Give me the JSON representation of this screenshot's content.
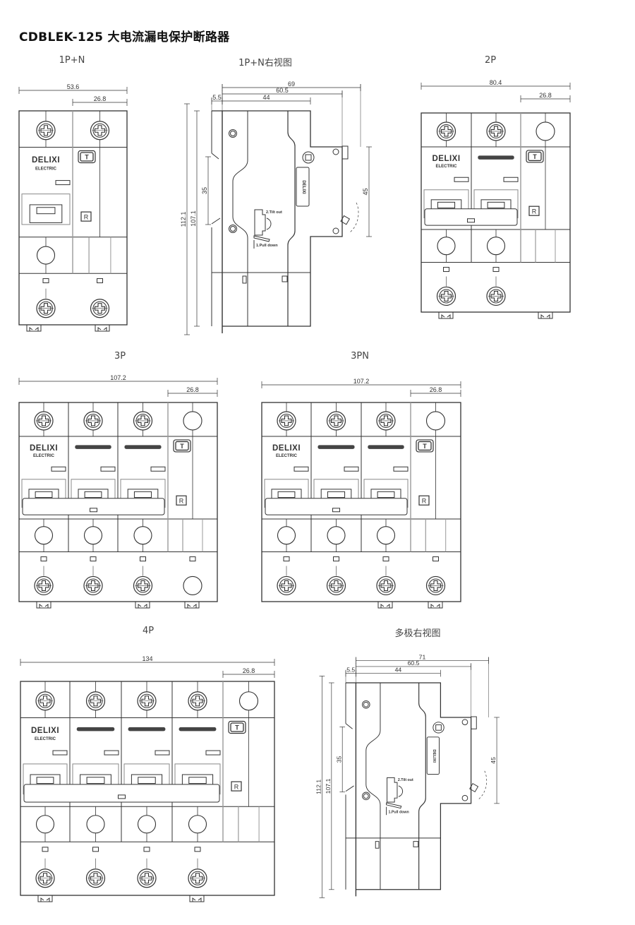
{
  "title": "CDBLEK-125 大电流漏电保护断路器",
  "logo": {
    "brand": "DELIXI",
    "sub": "ELECTRIC"
  },
  "buttons": {
    "test": "T",
    "reset": "R"
  },
  "side_text": {
    "tilt": "2.Tilt out",
    "pull": "1.Pull down"
  },
  "views": [
    {
      "id": "1pn",
      "label": "1P+N",
      "total_dim": "53.6",
      "module_dim": "26.8"
    },
    {
      "id": "side1",
      "label": "1P+N右视图",
      "dims": {
        "d69": "69",
        "d605": "60.5",
        "d44": "44",
        "d55": "5.5",
        "d1121": "112.1",
        "d1071": "107.1",
        "d35": "35",
        "d45": "45"
      }
    },
    {
      "id": "2p",
      "label": "2P",
      "total_dim": "80.4",
      "module_dim": "26.8"
    },
    {
      "id": "3p",
      "label": "3P",
      "total_dim": "107.2",
      "module_dim": "26.8"
    },
    {
      "id": "3pn",
      "label": "3PN",
      "total_dim": "107.2",
      "module_dim": "26.8"
    },
    {
      "id": "4p",
      "label": "4P",
      "total_dim": "134",
      "module_dim": "26.8"
    },
    {
      "id": "side2",
      "label": "多极右视图",
      "dims": {
        "d69": "71",
        "d605": "60.5",
        "d44": "44",
        "d55": "5.5",
        "d1121": "112.1",
        "d1071": "107.1",
        "d35": "35",
        "d45": "45"
      }
    }
  ],
  "colors": {
    "line": "#333333",
    "bar": "#444444",
    "text": "#444444"
  }
}
